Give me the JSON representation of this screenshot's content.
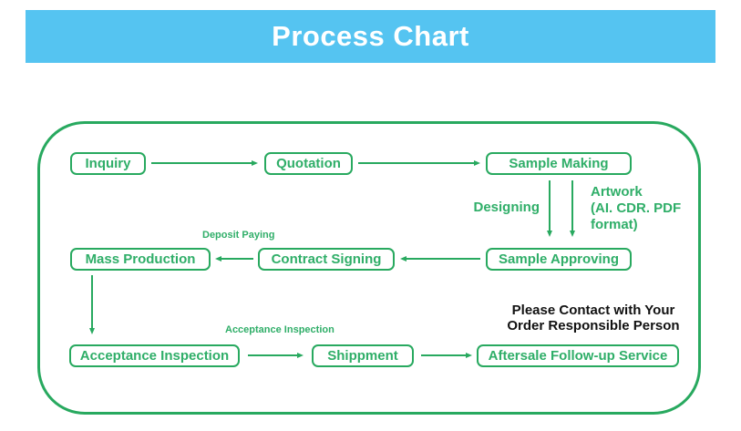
{
  "banner": {
    "title": "Process Chart",
    "bg_color": "#55c4f1",
    "text_color": "#ffffff"
  },
  "colors": {
    "green": "#28a95f",
    "green_text": "#2fae68",
    "note_text": "#111111"
  },
  "flow": {
    "boxes": [
      {
        "id": "inquiry",
        "label": "Inquiry"
      },
      {
        "id": "quotation",
        "label": "Quotation"
      },
      {
        "id": "sample-making",
        "label": "Sample Making"
      },
      {
        "id": "mass-production",
        "label": "Mass Production"
      },
      {
        "id": "contract-signing",
        "label": "Contract Signing"
      },
      {
        "id": "sample-approving",
        "label": "Sample Approving"
      },
      {
        "id": "acceptance-inspection",
        "label": "Acceptance Inspection"
      },
      {
        "id": "shippment",
        "label": "Shippment"
      },
      {
        "id": "aftersale",
        "label": "Aftersale Follow-up Service"
      }
    ],
    "labels": {
      "designing": "Designing",
      "artwork": "Artwork\n(AI. CDR. PDF\nformat)",
      "deposit_paying": "Deposit Paying",
      "acceptance_inspection": "Acceptance Inspection",
      "contact_note": "Please Contact with Your\nOrder Responsible Person"
    }
  }
}
